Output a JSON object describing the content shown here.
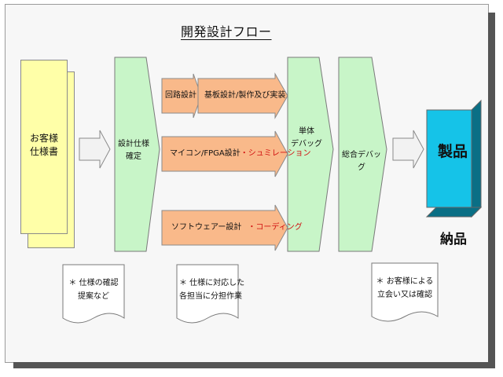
{
  "title": "開発設計フロー",
  "customer_doc": {
    "line1": "お客様",
    "line2": "仕様書"
  },
  "spec_confirm": {
    "line1": "設計仕様",
    "line2": "確定"
  },
  "tracks": {
    "circuit": "回路設計",
    "board": "基板設計/製作及び実装",
    "micon_prefix": "マイコン/FPGA設計",
    "micon_suffix": "・シュミレーション",
    "software_prefix": "ソフトウェアー設計",
    "software_suffix": "・コーディング"
  },
  "unit_debug": {
    "line1": "単体",
    "line2": "デバッグ"
  },
  "system_debug": {
    "label": "総合デバッグ"
  },
  "product": {
    "label": "製品"
  },
  "delivery": {
    "label": "納品"
  },
  "notes": [
    {
      "line1": "＊ 仕様の確認",
      "line2": "提案など"
    },
    {
      "line1": "＊ 仕様に対応した",
      "line2": "各担当に分担作業"
    },
    {
      "line1": "＊ お客様による",
      "line2": "立会い又は確認"
    }
  ],
  "colors": {
    "doc_yellow": "#ffffa8",
    "green_box": "#c8f5c8",
    "orange_arrow": "#f9b98a",
    "product_cyan": "#15c3e8",
    "highlight_red": "#d11010"
  }
}
